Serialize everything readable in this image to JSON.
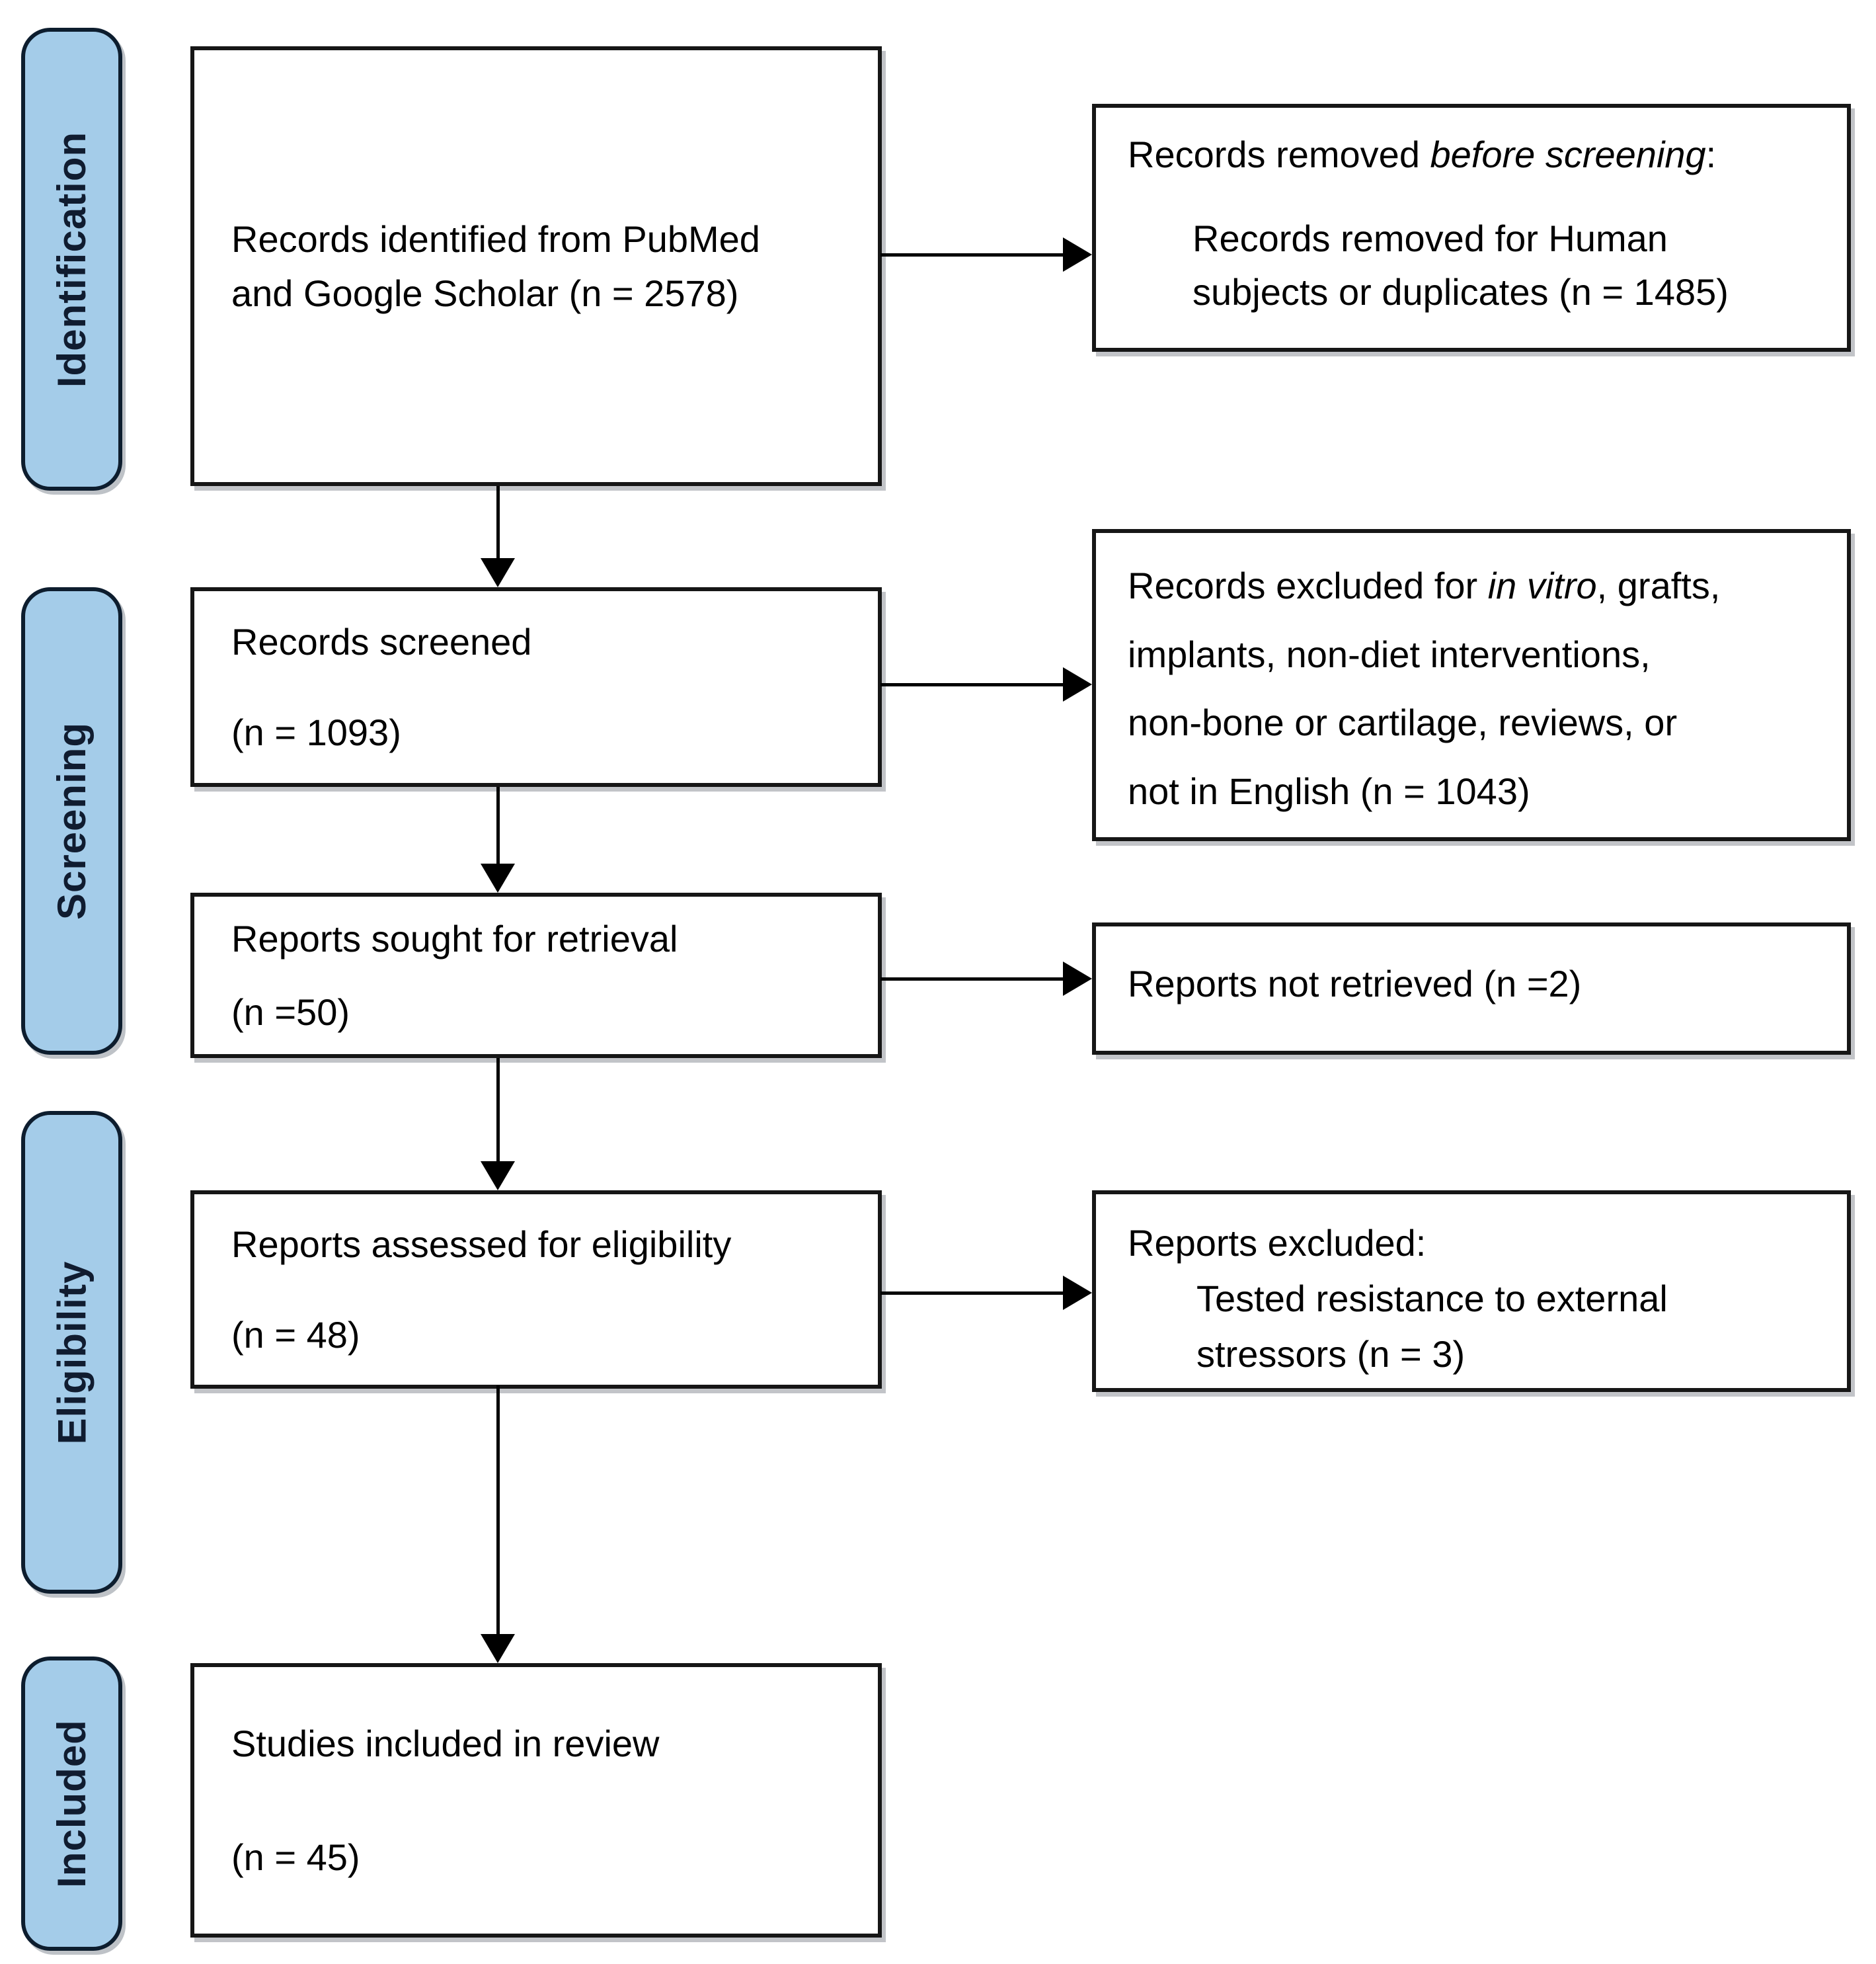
{
  "stages": [
    {
      "label": "Identification"
    },
    {
      "label": "Screening"
    },
    {
      "label": "Eligibility"
    },
    {
      "label": "Included"
    }
  ],
  "boxes": {
    "identified": {
      "lines": [
        "Records identified from PubMed",
        "and Google Scholar (n = 2578)"
      ]
    },
    "screened": {
      "title": "Records screened",
      "count": "(n = 1093)"
    },
    "sought": {
      "title": "Reports sought for retrieval",
      "count": "(n =50)"
    },
    "assessed": {
      "title": "Reports assessed for eligibility",
      "count": "(n = 48)"
    },
    "included": {
      "title": "Studies included in review",
      "count": "(n = 45)"
    }
  },
  "exclusions": {
    "before_screening": {
      "title_prefix": "Records removed ",
      "title_italic": "before screening",
      "title_suffix": ":",
      "detail_lines": [
        "Records removed for Human",
        "subjects or duplicates (n = 1485)"
      ]
    },
    "screening": {
      "line1_prefix": "Records excluded for ",
      "line1_italic": "in vitro",
      "line1_suffix": ", grafts,",
      "line2": "implants, non-diet interventions,",
      "line3": "non-bone or cartilage, reviews, or",
      "line4": "not in English (n = 1043)"
    },
    "retrieval": {
      "text": "Reports not retrieved (n =2)"
    },
    "eligibility": {
      "title": "Reports excluded:",
      "detail_lines": [
        "Tested resistance to external",
        "stressors (n = 3)"
      ]
    }
  },
  "colors": {
    "stage_fill": "#a4cce9",
    "stage_border": "#0d1d2e",
    "stage_text": "#101c30",
    "box_border": "#161616",
    "arrow": "#000000",
    "background": "#ffffff"
  }
}
